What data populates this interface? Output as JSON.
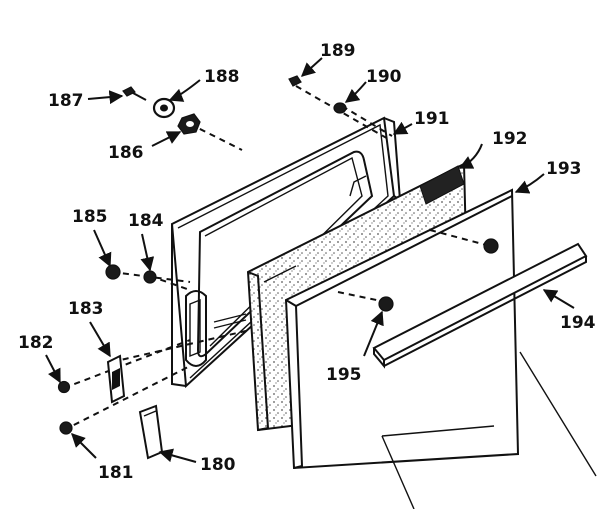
{
  "parts": {
    "p180": "180",
    "p181": "181",
    "p182": "182",
    "p183": "183",
    "p184": "184",
    "p185": "185",
    "p186": "186",
    "p187": "187",
    "p188": "188",
    "p189": "189",
    "p190": "190",
    "p191": "191",
    "p192": "192",
    "p193": "193",
    "p194": "194",
    "p195": "195"
  }
}
